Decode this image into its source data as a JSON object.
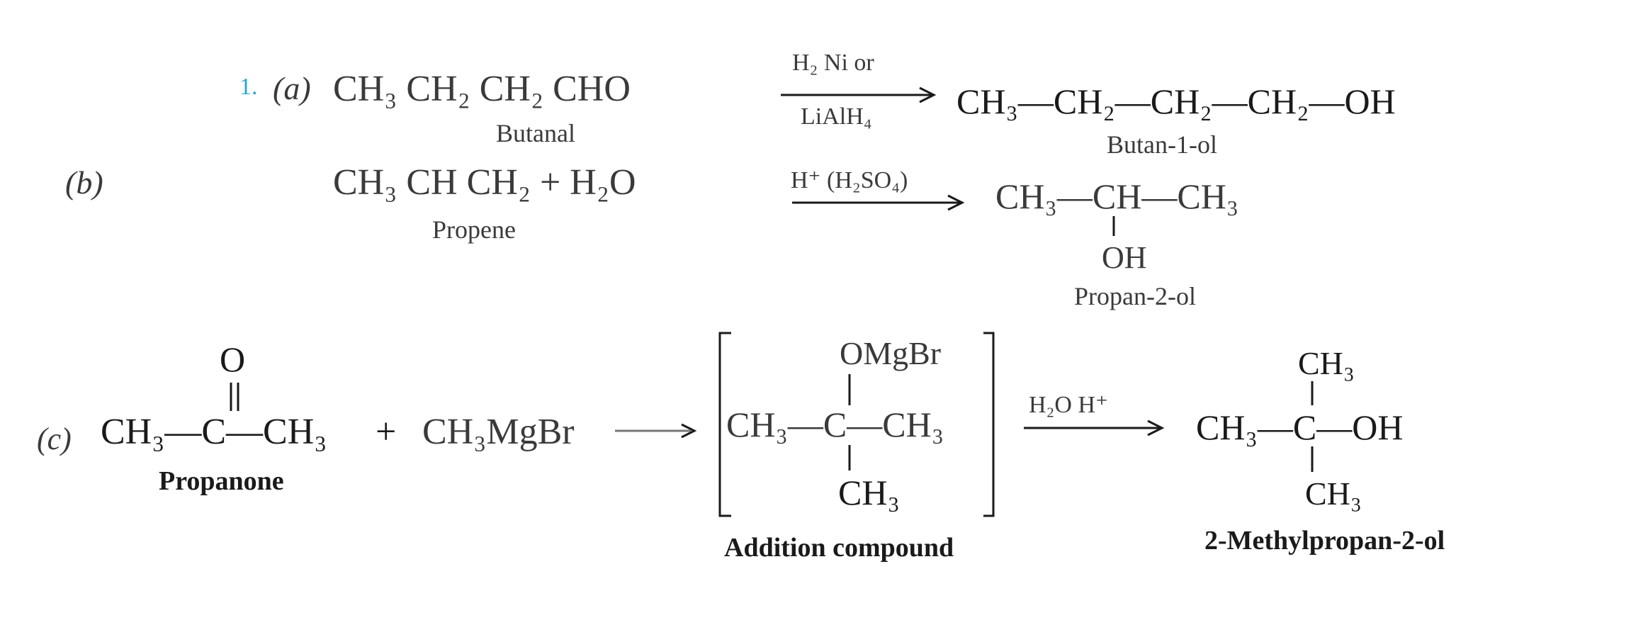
{
  "a": {
    "num": "1.",
    "label": "(a)",
    "reactant": "CH₃   CH₂   CH₂   CHO",
    "reactant_name": "Butanal",
    "reagent_top": "H₂ Ni or",
    "reagent_bottom": "LiAlH₄",
    "product": "CH₃—CH₂—CH₂—CH₂—OH",
    "product_name": "Butan-1-ol"
  },
  "b": {
    "label": "(b)",
    "reactant": "CH₃   CH   CH₂  +  H₂O",
    "reactant_name": "Propene",
    "reagent_top": "H⁺ (H₂SO₄)",
    "product_main": "CH₃—CH—CH₃",
    "product_oh": "OH",
    "product_name": "Propan-2-ol"
  },
  "c": {
    "label": "(c)",
    "ketone_o": "O",
    "ketone_chain": "CH₃—C—CH₃",
    "plus": "+",
    "grignard": "CH₃MgBr",
    "reactant_name": "Propanone",
    "adduct_top": "OMgBr",
    "adduct_chain": "CH₃—C—CH₃",
    "adduct_bottom": "CH₃",
    "adduct_name": "Addition compound",
    "reagent_top": "H₂O H⁺",
    "product_top": "CH₃",
    "product_chain": "CH₃—C—OH",
    "product_bottom": "CH₃",
    "product_name": "2-Methylpropan-2-ol"
  }
}
